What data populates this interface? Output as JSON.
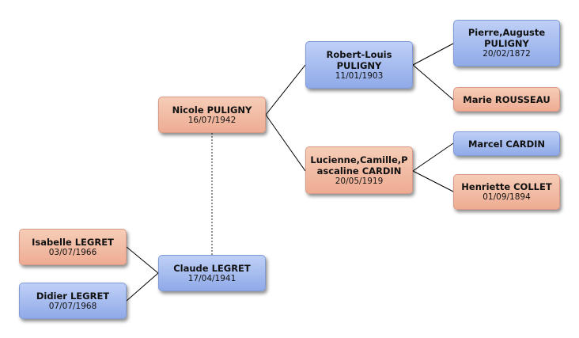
{
  "people": {
    "nicole": {
      "name": "Nicole PULIGNY",
      "date": "16/07/1942"
    },
    "claude": {
      "name": "Claude LEGRET",
      "date": "17/04/1941"
    },
    "isabelle": {
      "name": "Isabelle LEGRET",
      "date": "03/07/1966"
    },
    "didier": {
      "name": "Didier LEGRET",
      "date": "07/07/1968"
    },
    "robert": {
      "name_line1": "Robert-Louis",
      "name_line2": "PULIGNY",
      "date": "11/01/1903"
    },
    "lucienne": {
      "name_line1": "Lucienne,Camille,P",
      "name_line2": "ascaline CARDIN",
      "date": "20/05/1919"
    },
    "pierre": {
      "name_line1": "Pierre,Auguste",
      "name_line2": "PULIGNY",
      "date": "20/02/1872"
    },
    "marie": {
      "name": "Marie ROUSSEAU"
    },
    "marcel": {
      "name": "Marcel CARDIN"
    },
    "henriette": {
      "name": "Henriette COLLET",
      "date": "01/09/1894"
    }
  },
  "colors": {
    "female_fill": "#eeac93",
    "male_fill": "#90aae8",
    "connector": "#000000",
    "spouse_link": "#555555"
  }
}
